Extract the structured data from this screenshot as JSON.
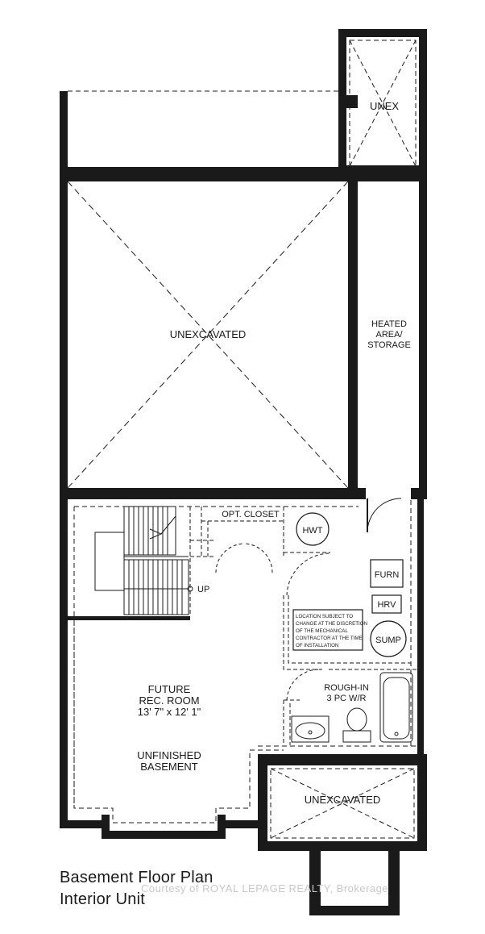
{
  "rooms": {
    "unex_top": "UNEX",
    "unexcavated_main": "UNEXCAVATED",
    "heated_line1": "HEATED",
    "heated_line2": "AREA/",
    "heated_line3": "STORAGE",
    "opt_closet": "OPT. CLOSET",
    "hwt": "HWT",
    "furn": "FURN",
    "hrv": "HRV",
    "sump": "SUMP",
    "up": "UP",
    "note_line1": "LOCATION SUBJECT TO",
    "note_line2": "CHANGE AT THE DISCRETION",
    "note_line3": "OF THE MECHANICAL",
    "note_line4": "CONTRACTOR AT THE TIME",
    "note_line5": "OF INSTALLATION",
    "rough_line1": "ROUGH-IN",
    "rough_line2": "3 PC W/R",
    "rec_line1": "FUTURE",
    "rec_line2": "REC. ROOM",
    "rec_dims": "13' 7\" x 12' 1\"",
    "unfinished_line1": "UNFINISHED",
    "unfinished_line2": "BASEMENT",
    "unexcavated_bottom": "UNEXCAVATED"
  },
  "caption": {
    "line1": "Basement Floor Plan",
    "line2": "Interior Unit"
  },
  "watermark": "Courtesy of ROYAL LEPAGE REALTY, Brokerage"
}
